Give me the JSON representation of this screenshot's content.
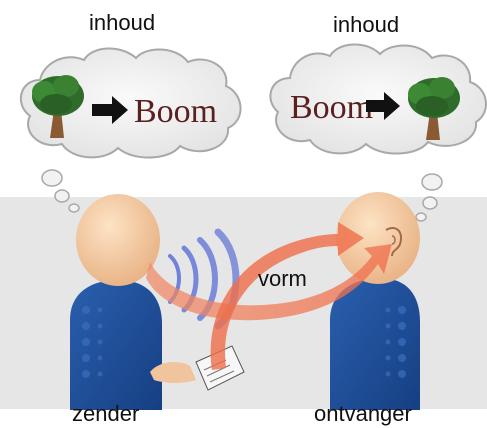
{
  "sender_thought": {
    "heading": "inhoud",
    "word": "Boom"
  },
  "receiver_thought": {
    "heading": "inhoud",
    "word": "Boom"
  },
  "labels": {
    "form": "vorm",
    "sender": "zender",
    "receiver": "ontvanger"
  },
  "icons": {
    "tree": "tree-icon",
    "arrow": "right-arrow-icon",
    "ear": "ear-icon",
    "sound_waves": "sound-waves-icon",
    "paper": "paper-note-icon"
  },
  "colors": {
    "panel_gray": "#e6e6e6",
    "head_skin": "#f3c9a1",
    "shirt_blue": "#1f4e98",
    "cloud_fill": "#eeeeee",
    "cloud_stroke": "#a8a8a8",
    "flow_orange": "#f07a55",
    "wave_blue": "#5b6fd6",
    "word_color": "#5a1f1f"
  }
}
